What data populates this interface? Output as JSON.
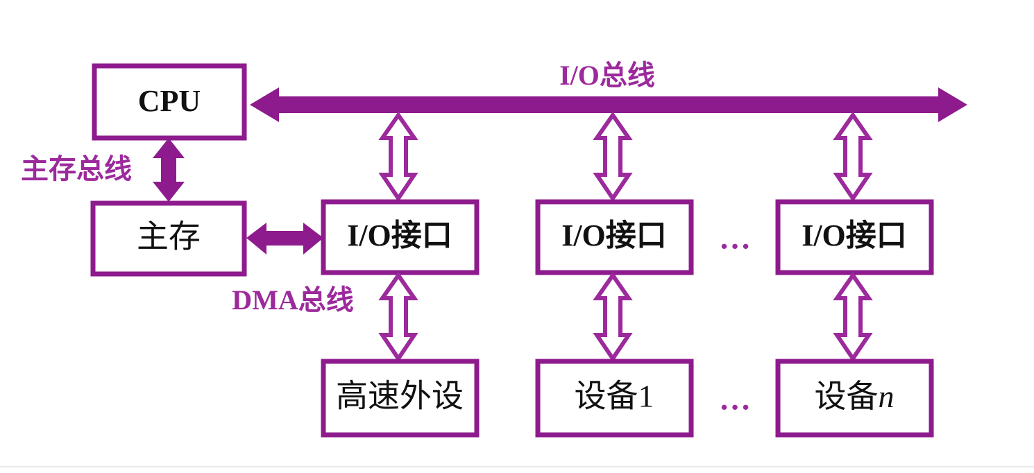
{
  "diagram": {
    "title": "DMA I/O system structure diagram",
    "colors": {
      "accent": "#8E1B8E",
      "label_purple": "#9C2A9C",
      "text_black": "#111111",
      "background": "#ffffff"
    },
    "bus_labels": {
      "io_bus": "I/O总线",
      "main_memory_bus": "主存总线",
      "dma_bus": "DMA总线"
    },
    "boxes": {
      "cpu": "CPU",
      "main_memory": "主存",
      "io_interface_1": "I/O接口",
      "io_interface_2": "I/O接口",
      "io_interface_n": "I/O接口",
      "high_speed_device": "高速外设",
      "device_1": "设备1",
      "device_n_prefix": "设备",
      "device_n_suffix": "n"
    },
    "ellipsis": {
      "interface_row": "…",
      "device_row": "…"
    }
  }
}
